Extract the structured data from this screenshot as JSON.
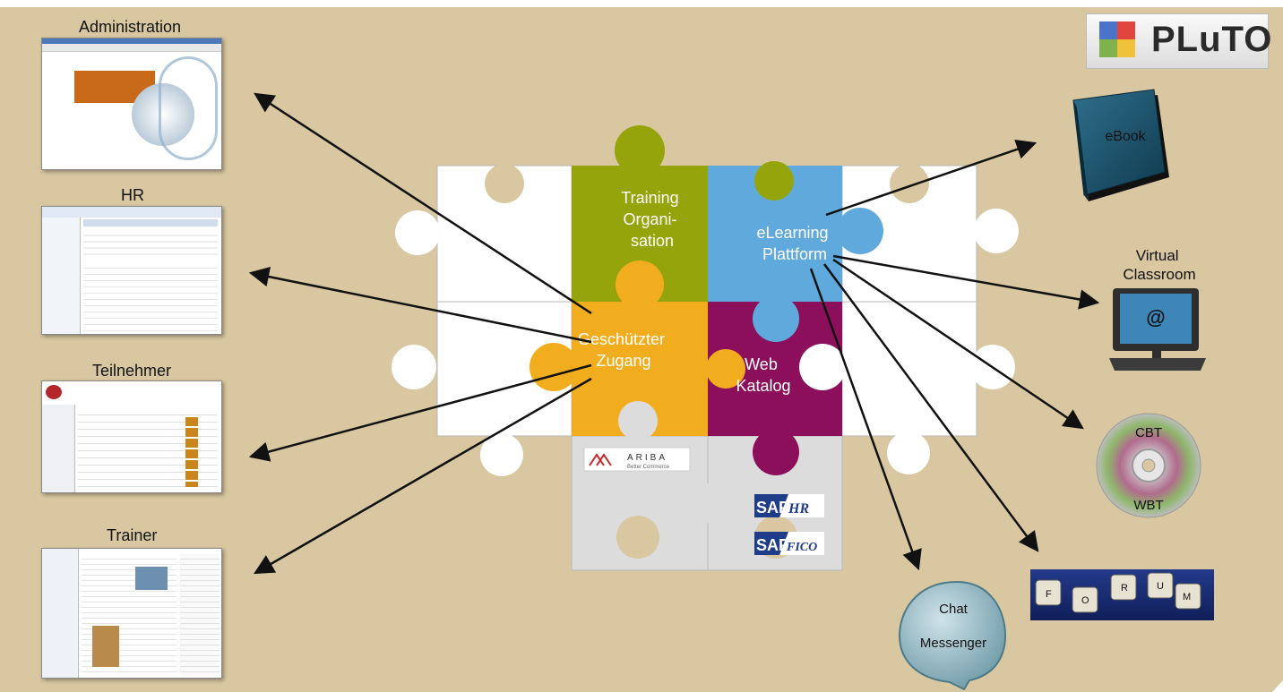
{
  "logo": {
    "text": "PLuTO"
  },
  "left_screens": [
    {
      "label": "Administration"
    },
    {
      "label": "HR"
    },
    {
      "label": "Teilnehmer"
    },
    {
      "label": "Trainer"
    }
  ],
  "puzzle": {
    "training": "Training\nOrgani-\nsation",
    "elearning": "eLearning\nPlattform",
    "zugang": "Geschützter\nZugang",
    "katalog": "Web\nKatalog",
    "ariba": "ARIBA",
    "ariba_tagline": "Better Commerce",
    "sap1": "SAP",
    "sap1_sub": "HR",
    "sap2": "SAP",
    "sap2_sub": "FICO"
  },
  "right_items": {
    "ebook": "eBook",
    "virtual_classroom": "Virtual\nClassroom",
    "cbt": "CBT",
    "wbt": "WBT",
    "forum_letters": [
      "F",
      "O",
      "R",
      "U",
      "M"
    ],
    "chat": "Chat",
    "messenger": "Messenger",
    "at_sign": "@"
  },
  "colors": {
    "background": "#d8c7a0",
    "training": "#95a40a",
    "elearning": "#5fa9dc",
    "zugang": "#f2ad1e",
    "katalog": "#8c0f5c",
    "gray_piece": "#dcdcdc",
    "white_piece": "#ffffff"
  }
}
